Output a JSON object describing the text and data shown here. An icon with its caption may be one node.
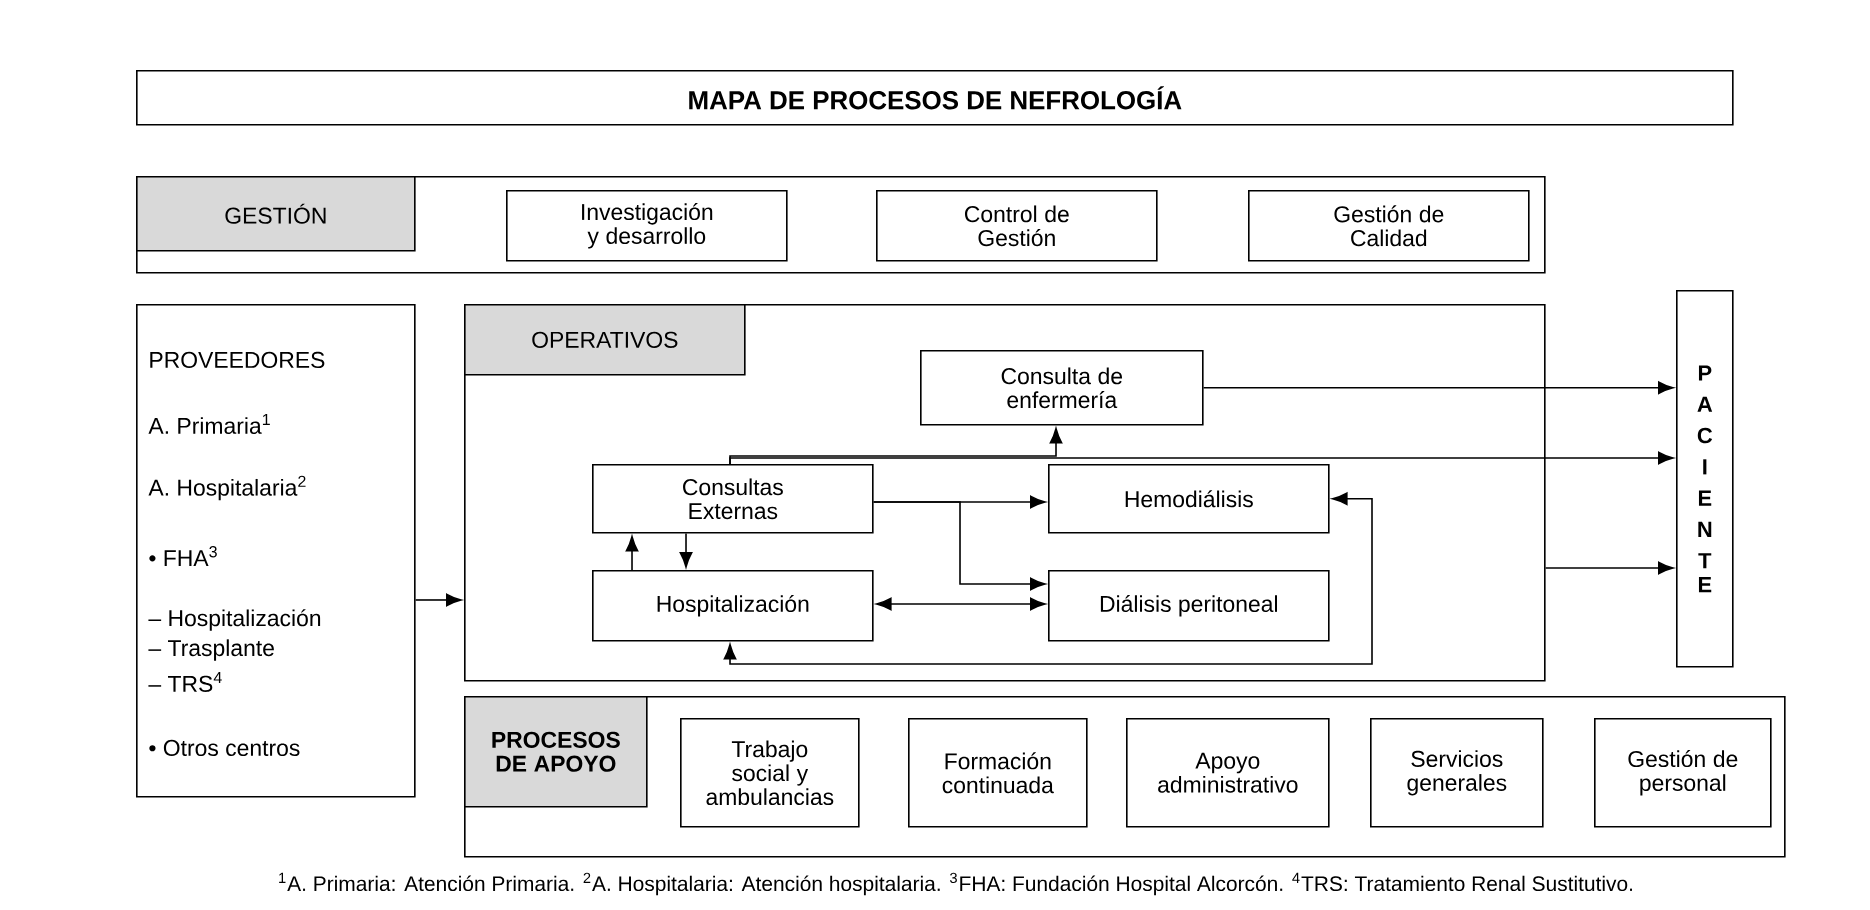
{
  "diagram": {
    "nodes": [
      {
        "text": [
          "MAPA DE PROCESOS DE NEFROLOGÍA"
        ]
      },
      {
        "text": [
          "GESTIÓN"
        ]
      },
      {
        "text": [
          "Investigación y desarrollo"
        ],
        "in": 1
      },
      {
        "text": [
          "Control de Gestión"
        ],
        "in": 1
      },
      {
        "text": [
          "Gestión de Calidad"
        ],
        "in": 1
      },
      {
        "text": [
          "PROVEEDORES",
          "A. Primaria$^{1}$",
          "A. Hospitalaria$^{2}$",
          "• FHA$^{3}$",
          "– Hospitalización",
          "– Trasplante",
          "– TRS$^{4}$",
          "• Otros centros"
        ]
      },
      {
        "text": [
          "OPERATIVOS"
        ]
      },
      {
        "text": [
          "Consulta de enfermería"
        ],
        "in": 6
      },
      {
        "text": [
          "Consultas Externas"
        ],
        "in": 6
      },
      {
        "text": [
          "Hemodiálisis"
        ],
        "in": 6
      },
      {
        "text": [
          "Hospitalización"
        ],
        "in": 6
      },
      {
        "text": [
          "Diálisis peritoneal"
        ],
        "in": 6
      },
      {
        "text": [
          "PACIENTE"
        ]
      },
      {
        "text": [
          "PROCESOS DE APOYO"
        ]
      },
      {
        "text": [
          "Trabajo social y ambulancias"
        ],
        "in": 13
      },
      {
        "text": [
          "Formación continuada"
        ],
        "in": 13
      },
      {
        "text": [
          "Apoyo administrativo"
        ],
        "in": 13
      },
      {
        "text": [
          "Servicios generales"
        ],
        "in": 13
      },
      {
        "text": [
          "Gestión de personal"
        ],
        "in": 13
      }
    ],
    "edges": [
      {
        "from": 5,
        "to": 6,
        "arrow": "to"
      },
      {
        "from": 7,
        "to": 12,
        "arrow": "to"
      },
      {
        "from": 8,
        "to": 7,
        "arrow": "to"
      },
      {
        "from": 8,
        "to": 12,
        "arrow": "to"
      },
      {
        "from": 8,
        "to": 9,
        "arrow": "to"
      },
      {
        "from": 8,
        "to": 11,
        "arrow": "to"
      },
      {
        "from": 10,
        "to": 11,
        "arrow": "both"
      },
      {
        "from": 10,
        "to": 8,
        "arrow": "to"
      },
      {
        "from": 8,
        "to": 10,
        "arrow": "to"
      },
      {
        "from": 10,
        "to": 9,
        "arrow": "both"
      },
      {
        "from": 6,
        "to": 12,
        "arrow": "to"
      }
    ],
    "labels": [
      "$^{1}$A. Primaria: Atención Primaria. $^{2}$A. Hospitalaria: Atención hospitalaria. $^{3}$FHA: Fundación Hospital Alcorcón. $^{4}$TRS: Tratamiento Renal Sustitutivo."
    ]
  }
}
